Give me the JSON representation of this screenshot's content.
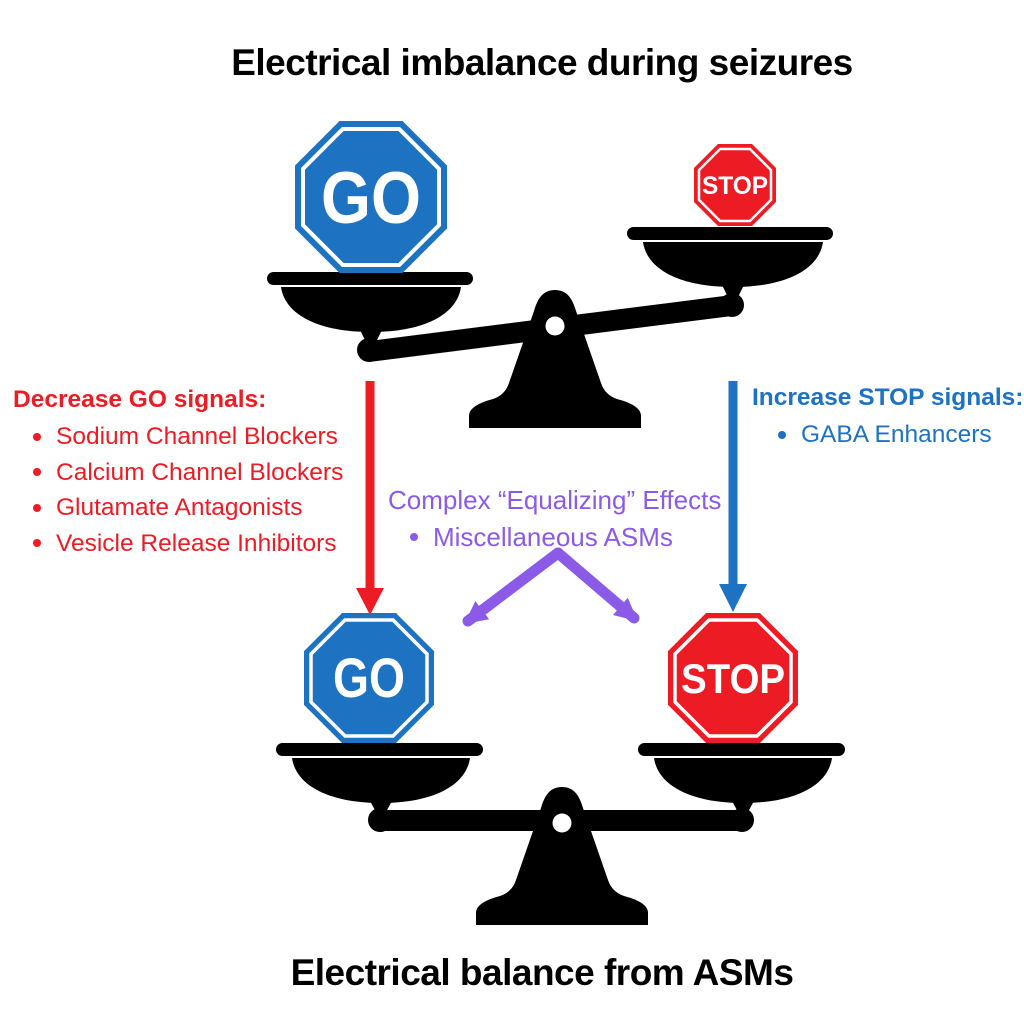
{
  "title_top": "Electrical imbalance during seizures",
  "title_bottom": "Electrical balance from ASMs",
  "signs": {
    "go_label": "GO",
    "stop_label": "STOP"
  },
  "left_block": {
    "header": "Decrease GO signals:",
    "items": [
      "Sodium Channel Blockers",
      "Calcium Channel Blockers",
      "Glutamate Antagonists",
      "Vesicle Release Inhibitors"
    ]
  },
  "right_block": {
    "header": "Increase STOP signals:",
    "items": [
      "GABA Enhancers"
    ]
  },
  "center_block": {
    "header": "Complex “Equalizing” Effects",
    "items": [
      "Miscellaneous ASMs"
    ]
  },
  "colors": {
    "red": "#ED1C24",
    "blue": "#1D72C2",
    "purple": "#8B5BE8",
    "black": "#000000",
    "white": "#FFFFFF"
  }
}
